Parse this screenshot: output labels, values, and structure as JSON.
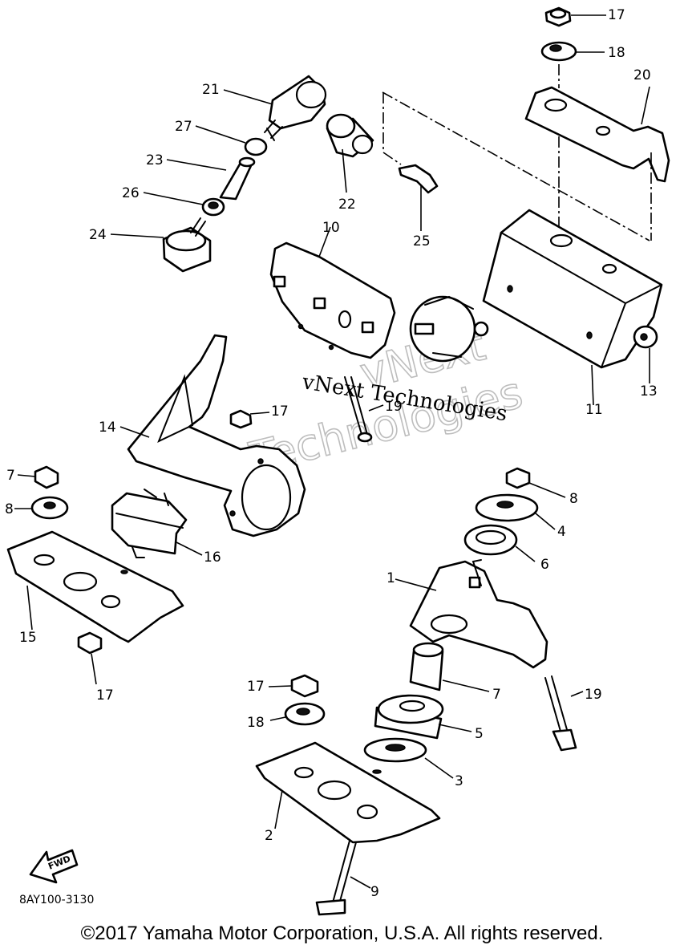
{
  "diagram": {
    "callouts": [
      "17",
      "18",
      "20",
      "21",
      "27",
      "23",
      "26",
      "24",
      "22",
      "25",
      "10",
      "13",
      "11",
      "14",
      "17",
      "19",
      "7",
      "8",
      "8",
      "4",
      "6",
      "16",
      "15",
      "17",
      "1",
      "7",
      "19",
      "17",
      "18",
      "5",
      "3",
      "2",
      "9"
    ],
    "watermark_line1": "vNext Technologies",
    "watermark_outline1": "vNext",
    "watermark_outline2": "Technologies",
    "fwd_label": "FWD",
    "catalog_code": "8AY100-3130",
    "copyright": "©2017 Yamaha Motor Corporation, U.S.A. All rights reserved."
  }
}
